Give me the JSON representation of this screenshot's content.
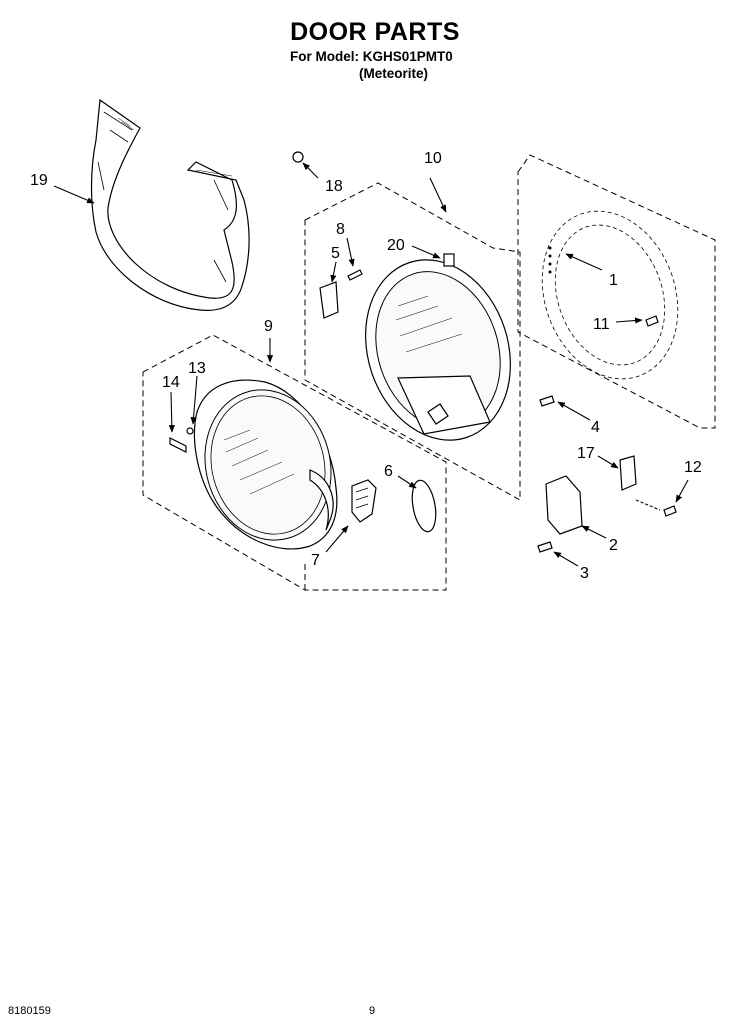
{
  "header": {
    "title": "DOOR PARTS",
    "model_line": "For Model: KGHS01PMT0",
    "variant": "(Meteorite)"
  },
  "footer": {
    "document_number": "8180159",
    "page_number": "9"
  },
  "callouts": {
    "c1": "1",
    "c2": "2",
    "c3": "3",
    "c4": "4",
    "c5": "5",
    "c6": "6",
    "c7": "7",
    "c8": "8",
    "c9": "9",
    "c10": "10",
    "c11": "11",
    "c12": "12",
    "c13": "13",
    "c14": "14",
    "c17": "17",
    "c18": "18",
    "c19": "19",
    "c20": "20"
  }
}
